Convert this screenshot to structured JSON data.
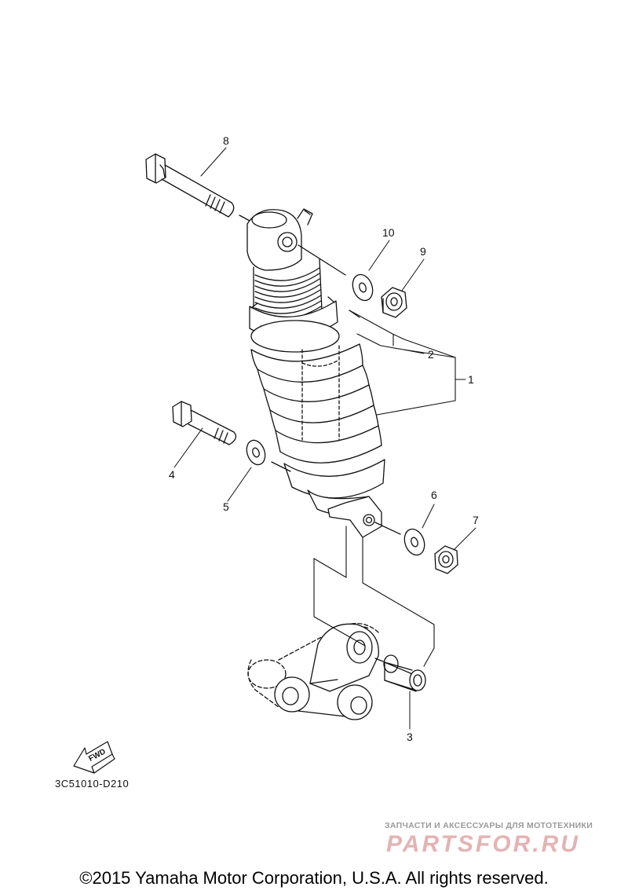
{
  "diagram": {
    "callouts": [
      "1",
      "2",
      "3",
      "4",
      "5",
      "6",
      "7",
      "8",
      "9",
      "10"
    ],
    "fwd_label": "FWD",
    "diagram_code": "3C51010-D210"
  },
  "footer": {
    "copyright": "©2015 Yamaha Motor Corporation, U.S.A. All rights reserved."
  },
  "watermark": {
    "tagline": "ЗАПЧАСТИ И АКСЕССУАРЫ ДЛЯ МОТОТЕХНИКИ",
    "logo": "PARTSFOR.RU"
  }
}
